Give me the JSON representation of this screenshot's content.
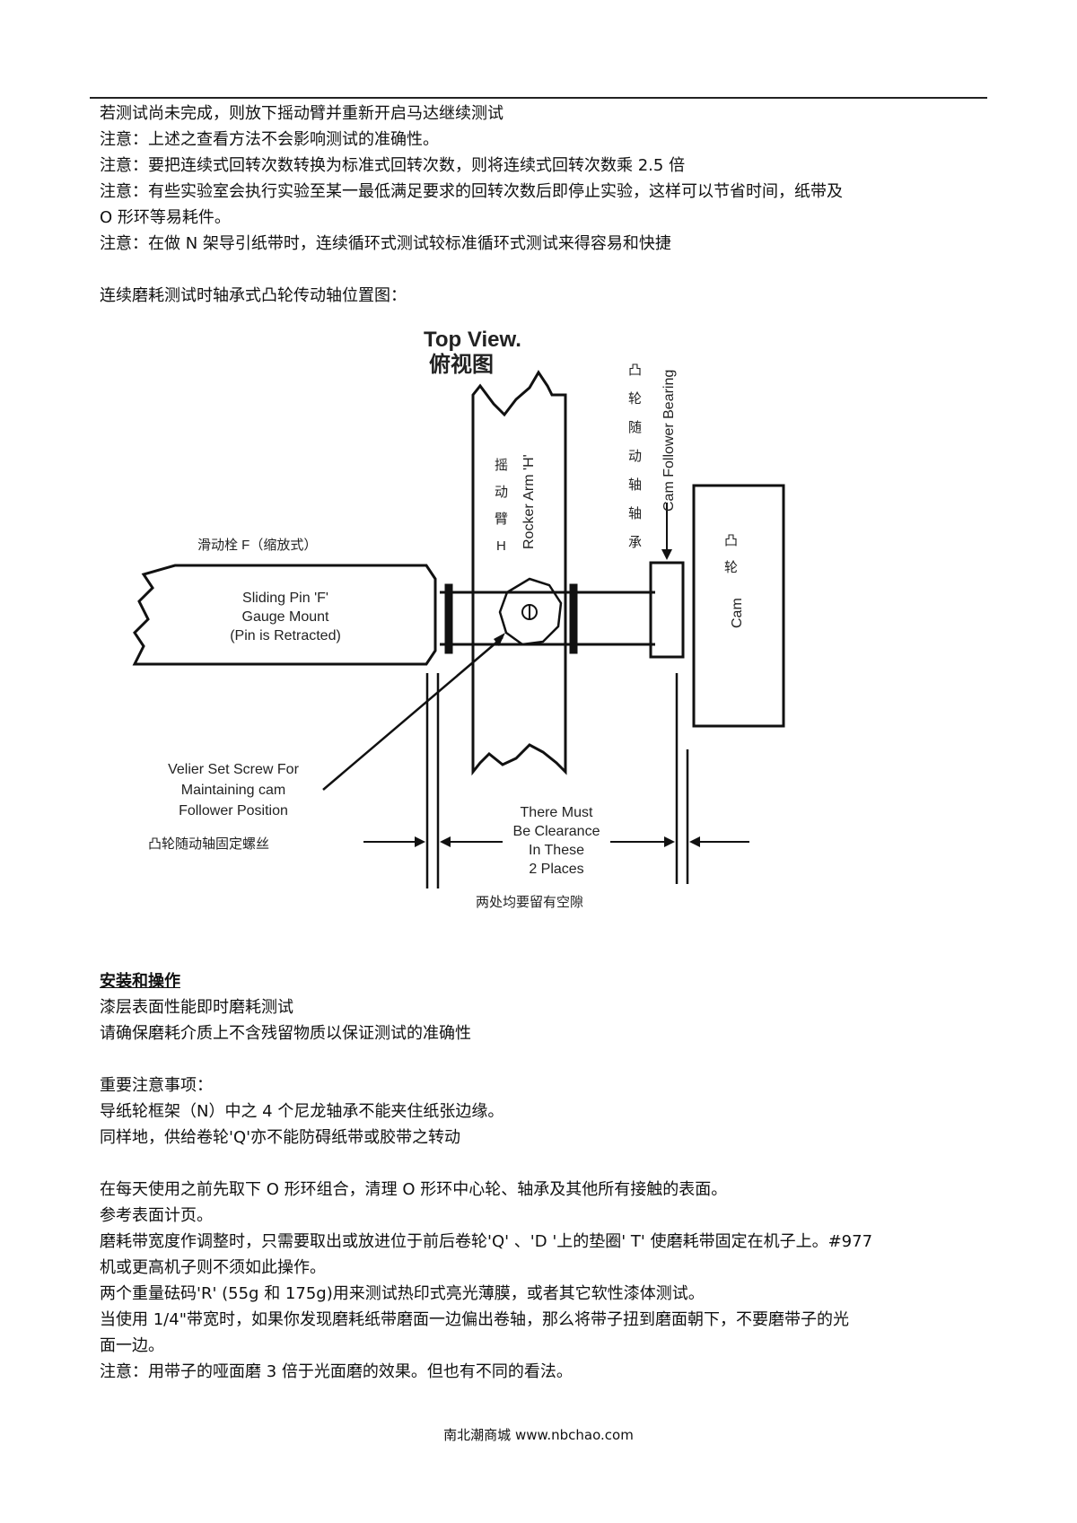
{
  "paragraphs_top": [
    "若测试尚未完成，则放下摇动臂并重新开启马达继续测试",
    "注意：上述之查看方法不会影响测试的准确性。",
    "注意：要把连续式回转次数转换为标准式回转次数，则将连续式回转次数乘 2.5 倍",
    "注意：有些实验室会执行实验至某一最低满足要求的回转次数后即停止实验，这样可以节省时间，纸带及",
    "O 形环等易耗件。",
    "注意：在做 N 架导引纸带时，连续循环式测试较标准循环式测试来得容易和快捷"
  ],
  "figure_caption": "连续磨耗测试时轴承式凸轮传动轴位置图：",
  "diagram": {
    "title_en": "Top View.",
    "title_zh": "俯视图",
    "rocker_arm_zh": [
      "摇",
      "动",
      "臂",
      "H"
    ],
    "rocker_arm_en": "Rocker Arm 'H'",
    "cam_bearing_zh": [
      "凸",
      "轮",
      "随",
      "动",
      "轴",
      "轴",
      "承"
    ],
    "cam_bearing_en": "Cam Follower Bearing",
    "cam_zh": [
      "凸",
      "轮"
    ],
    "cam_en": "Cam",
    "sliding_pin_zh": "滑动栓 F（缩放式）",
    "sliding_pin_en": [
      "Sliding Pin 'F'",
      "Gauge Mount",
      "(Pin is Retracted)"
    ],
    "set_screw_en": [
      "Velier Set Screw For",
      "Maintaining cam",
      "Follower Position"
    ],
    "set_screw_zh": "凸轮随动轴固定螺丝",
    "clearance_en": [
      "There Must",
      "Be Clearance",
      "In These",
      "2 Places"
    ],
    "clearance_zh": "两处均要留有空隙"
  },
  "section_heading": "安装和操作",
  "paragraphs_bottom": [
    "漆层表面性能即时磨耗测试",
    "请确保磨耗介质上不含残留物质以保证测试的准确性",
    "",
    "重要注意事项：",
    "导纸轮框架（N）中之 4 个尼龙轴承不能夹住纸张边缘。",
    "同样地，供给卷轮'Q'亦不能防碍纸带或胶带之转动",
    "",
    "在每天使用之前先取下 O 形环组合，清理 O 形环中心轮、轴承及其他所有接触的表面。",
    "参考表面计页。",
    "磨耗带宽度作调整时，只需要取出或放进位于前后卷轮'Q' 、'D '上的垫圈' T'  使磨耗带固定在机子上。#977",
    "机或更高机子则不须如此操作。",
    "两个重量砝码'R' (55g 和 175g)用来测试热印式亮光薄膜，或者其它软性漆体测试。",
    "当使用  1/4\"带宽时，如果你发现磨耗纸带磨面一边偏出卷轴，那么将带子扭到磨面朝下，不要磨带子的光",
    "面一边。",
    "注意：用带子的哑面磨 3 倍于光面磨的效果。但也有不同的看法。"
  ],
  "footer": "南北潮商城  www.nbchao.com"
}
